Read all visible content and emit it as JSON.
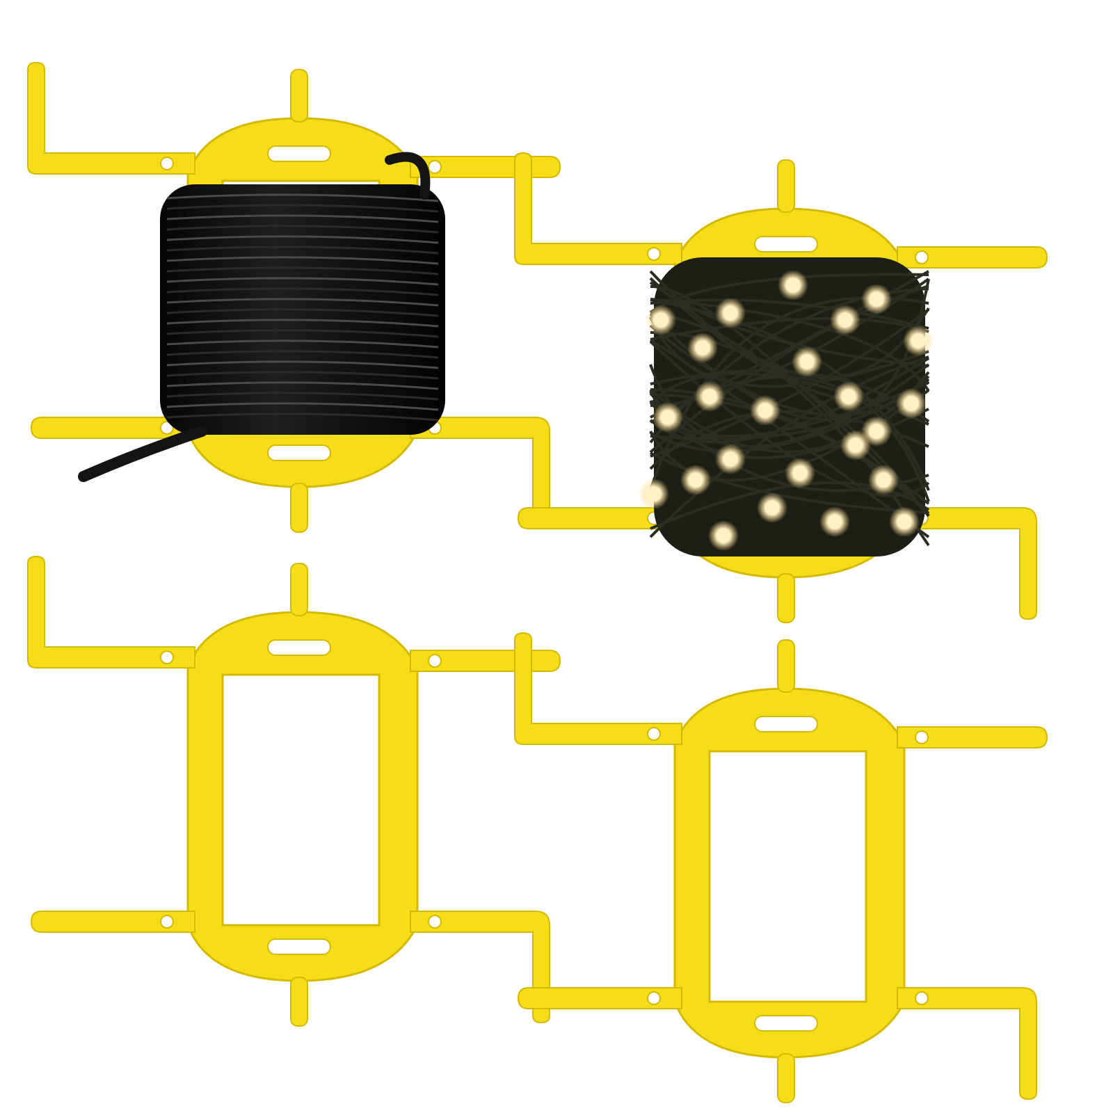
{
  "colors": {
    "background": "#ffffff",
    "plastic": "#f5dd18",
    "plastic_edge": "#d4b900",
    "plastic_shade": "#e6c800",
    "cable": "#141414",
    "cable_highlight": "#4a4a4a",
    "wire": "#1c1f16",
    "bulb": "#fff2c8",
    "bulb_glow": "#ffd27a"
  },
  "icons": {
    "winder": "cable-winder-icon",
    "cable_coil": "cable-coil-icon",
    "light_string": "fairy-lights-icon"
  },
  "products": [
    {
      "name": "winder-with-cable",
      "load": "cable"
    },
    {
      "name": "winder-with-lights",
      "load": "lights"
    },
    {
      "name": "winder-empty-left",
      "load": "none"
    },
    {
      "name": "winder-empty-right",
      "load": "none"
    }
  ]
}
